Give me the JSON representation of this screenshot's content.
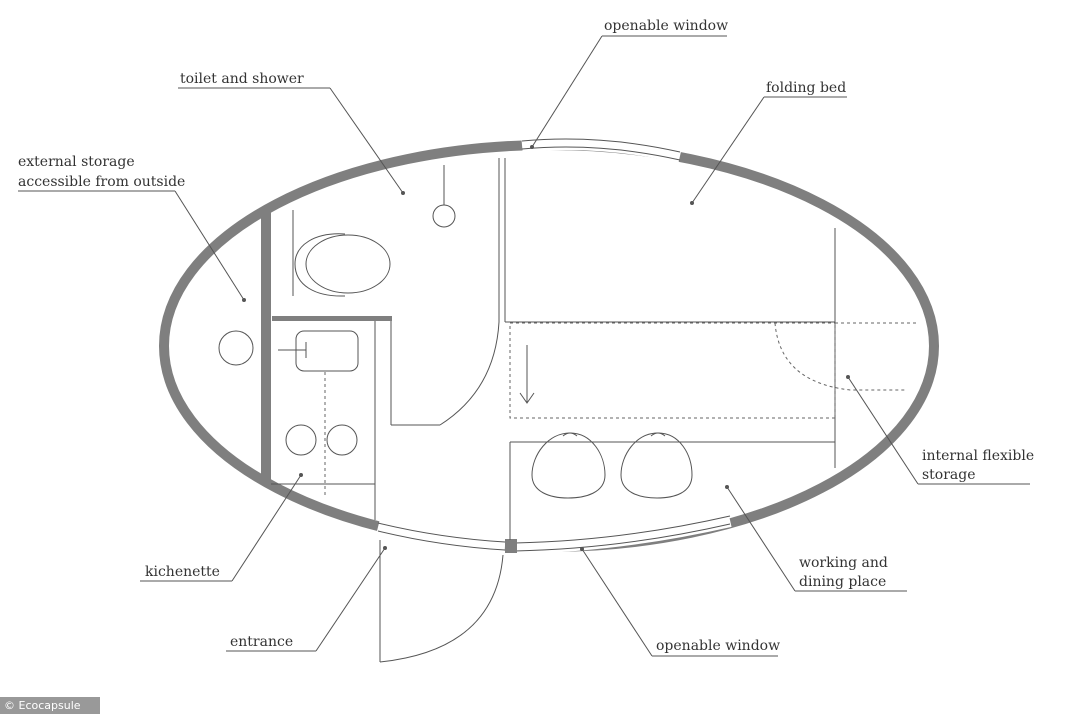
{
  "labels": {
    "openable_window_top": "openable window",
    "toilet_and_shower": "toilet and shower",
    "folding_bed": "folding bed",
    "external_storage_line1": "external storage",
    "external_storage_line2": "accessible from outside",
    "internal_storage_line1": "internal flexible",
    "internal_storage_line2": "storage",
    "kichenette": "kichenette",
    "working_line1": "working and",
    "working_line2": "dining place",
    "entrance": "entrance",
    "openable_window_bottom": "openable window"
  },
  "credit": "© Ecocapsule",
  "colors": {
    "wall": "#7f7f7f",
    "line": "#555555",
    "text": "#333333"
  }
}
